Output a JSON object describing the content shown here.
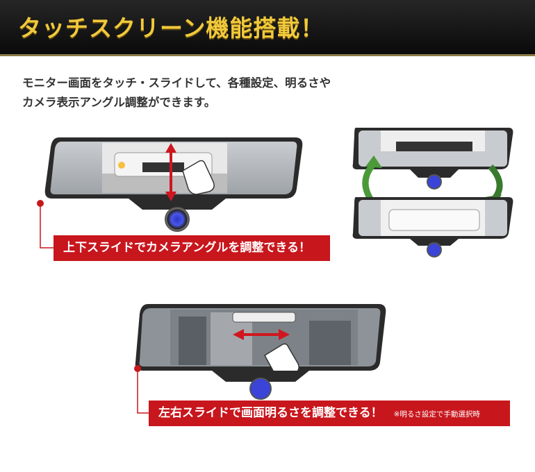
{
  "header": {
    "title": "タッチスクリーン機能搭載！"
  },
  "intro": {
    "line1": "モニター画面をタッチ・スライドして、各種設定、明るさや",
    "line2": "カメラ表示アングル調整ができます。"
  },
  "captions": {
    "updown": "上下スライドでカメラアングルを調整できる！",
    "leftright": "左右スライドで画面明るさを調整できる！",
    "leftright_note": "※明るさ設定で手動選択時"
  },
  "colors": {
    "accent_red": "#c8161d",
    "title_gold": "#f1c93a",
    "arrow_green": "#4a9a3a"
  },
  "icons": [
    "hand-pointer-icon",
    "vertical-arrow-icon",
    "horizontal-arrow-icon",
    "rotate-arrow-icon",
    "camera-lens-icon"
  ]
}
